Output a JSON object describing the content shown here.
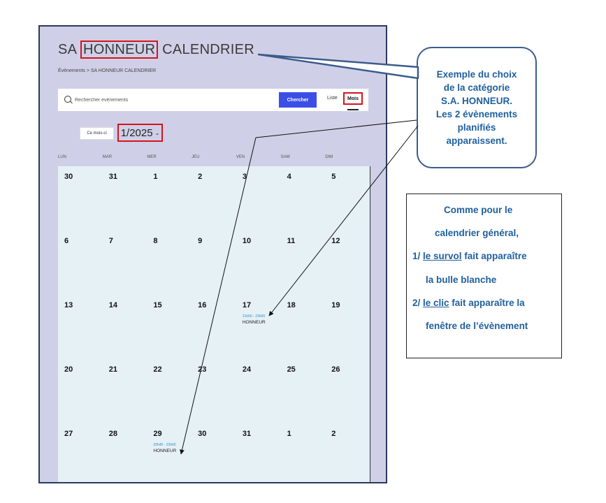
{
  "page": {
    "title_prefix": "SA ",
    "title_highlight": "HONNEUR",
    "title_suffix": " CALENDRIER",
    "breadcrumb": "Évènements > SA HONNEUR CALENDRIER"
  },
  "search": {
    "placeholder": "Rechercher évènements",
    "button_label": "Chercher"
  },
  "views": {
    "list_label": "Liste",
    "month_label": "Mois"
  },
  "nav": {
    "this_month_label": "Ce mois-ci",
    "current_month": "1/2025",
    "chevron": "⌄"
  },
  "weekdays": [
    "LUN",
    "MAR",
    "MER",
    "JEU",
    "VEN",
    "SAM",
    "DIM"
  ],
  "weeks": [
    [
      "30",
      "31",
      "1",
      "2",
      "3",
      "4",
      "5"
    ],
    [
      "6",
      "7",
      "8",
      "9",
      "10",
      "11",
      "12"
    ],
    [
      "13",
      "14",
      "15",
      "16",
      "17",
      "18",
      "19"
    ],
    [
      "20",
      "21",
      "22",
      "23",
      "24",
      "25",
      "26"
    ],
    [
      "27",
      "28",
      "29",
      "30",
      "31",
      "1",
      "2"
    ]
  ],
  "events": [
    {
      "week": 2,
      "day": 4,
      "time": "21h00 - 23h00",
      "name": "HONNEUR"
    },
    {
      "week": 4,
      "day": 2,
      "time": "20h45 - 23h00",
      "name": "HONNEUR"
    }
  ],
  "callout": {
    "text": "Exemple du choix\nde la catégorie\nS.A. HONNEUR.\nLes 2 évènements\nplanifiés\napparaissent."
  },
  "note": {
    "line1": "Comme pour le",
    "line2": "calendrier général,",
    "line3_prefix": "1/ ",
    "line3_underline": "le survol",
    "line3_suffix": " fait apparaître",
    "line4": "la bulle blanche",
    "line5_prefix": "2/ ",
    "line5_underline": "le clic",
    "line5_suffix": " fait apparaître la",
    "line6": "fenêtre de l’évènement"
  },
  "colors": {
    "highlight_border": "#d4141c",
    "page_background": "#cfd0e7",
    "cell_background": "#e6f1f6",
    "search_button": "#3b4ee6",
    "event_time": "#2f8fc7",
    "annotation_text": "#1f5f9f"
  }
}
